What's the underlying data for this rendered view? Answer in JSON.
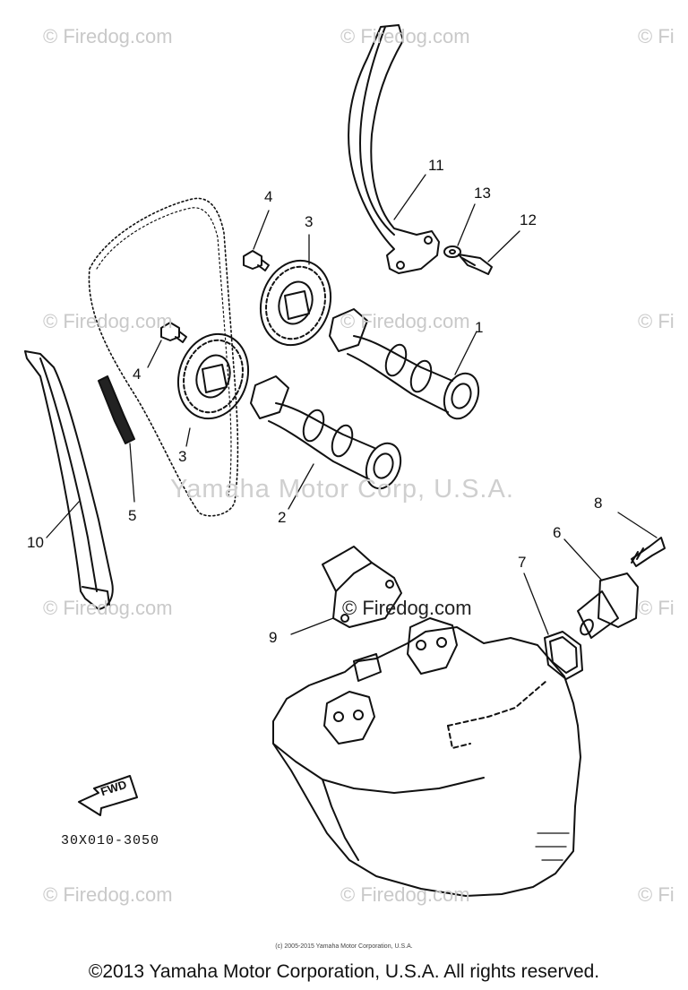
{
  "watermark": {
    "text": "© Firedog.com",
    "clipped_text": "© Fi",
    "center_text": "Yamaha Motor Corp, U.S.A."
  },
  "callouts": {
    "c1": "1",
    "c2": "2",
    "c3a": "3",
    "c3b": "3",
    "c4a": "4",
    "c4b": "4",
    "c5": "5",
    "c6": "6",
    "c7": "7",
    "c8": "8",
    "c9": "9",
    "c10": "10",
    "c11": "11",
    "c12": "12",
    "c13": "13"
  },
  "fwd_label": "FWD",
  "part_code": "30X010-3050",
  "copyright": {
    "small": "(c) 2005-2015 Yamaha Motor Corporation, U.S.A.",
    "main": "©2013 Yamaha Motor Corporation, U.S.A. All rights reserved."
  }
}
